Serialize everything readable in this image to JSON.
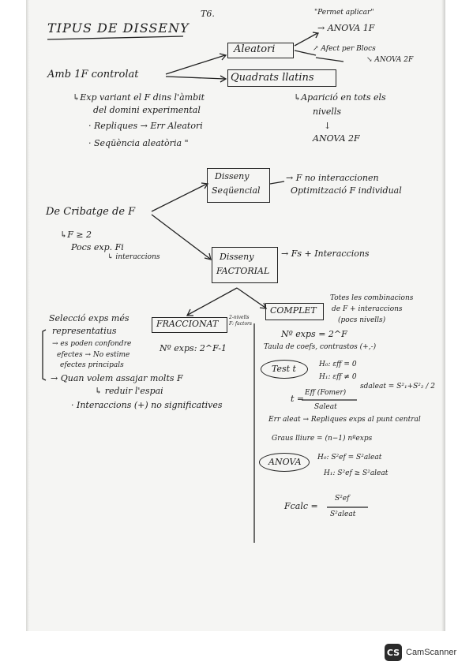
{
  "header": {
    "title": "TIPUS DE DISSENY",
    "theme": "T6."
  },
  "top": {
    "controlled": "Amb 1F controlat",
    "aleatori": "Aleatori",
    "quadrats": "Quadrats llatins",
    "permet_anova": "\"Permet aplicar\"",
    "anova_1f": "→ ANOVA 1F",
    "afecta_blocs": "↗ Afect per Blocs",
    "anova2f": "↘ ANOVA 2F",
    "exp_line1": "↳Exp variant el F dins l'àmbit",
    "exp_line2": "del domini experimental",
    "exp_line3": "· Repliques → Err Aleatori",
    "exp_line4": "· Seqüència aleatòria \"",
    "aparicio1": "↳Aparició en tots els",
    "aparicio2": "nivells",
    "aparicio3": "↓",
    "aparicio4": "ANOVA 2F"
  },
  "mid": {
    "cribatge": "De Cribatge de F",
    "f_ge_2": "↳F ≥ 2",
    "pocs_exp": "Pocs exp. Fi",
    "interaccions": "↳ interaccions",
    "sequencial_1": "Disseny",
    "sequencial_2": "Seqüencial",
    "seq_note1": "→ F no interaccionen",
    "seq_note2": "Optimització F individual",
    "factorial_1": "Disseny",
    "factorial_2": "FACTORIAL",
    "factorial_note": "→ Fs + Interaccions"
  },
  "left": {
    "fraccionat": "FRACCIONAT",
    "frac_note1": "2-nivells",
    "frac_note2": "F: factors",
    "n_exps_frac": "Nº exps: 2^F-1",
    "sel1": "Selecció exps més",
    "sel2": "representatius",
    "sel3": "→ es poden confondre",
    "sel4": "efectes → No estime",
    "sel5": "efectes principals",
    "sel6": "→ Quan volem assajar molts F",
    "sel7": "↳ reduir l'espai",
    "sel8": "· Interaccions (+) no significatives"
  },
  "right": {
    "complet": "COMPLET",
    "complet_note1": "Totes les combinacions",
    "complet_note2": "de F + interaccions",
    "complet_note3": "(pocs nivells)",
    "n_exps": "Nº exps = 2^F",
    "taula": "Taula de coefs, contrastos (+,-)",
    "test_t": "Test t",
    "h0": "H₀: εff = 0",
    "h1": "H₁: εff ≠ 0",
    "t_eq": "t =",
    "t_num": "Eff (Fomer)",
    "t_den": "Saleat",
    "s_aleat": "sdaleat = S²₁+S²₂ / 2",
    "err_aleat": "Err aleat → Repliques exps al punt central",
    "graus": "Graus lliure = (n−1) nºexps",
    "anova": "ANOVA",
    "anova_h0": "H₀: S²ef = S²aleat",
    "anova_h1": "H₁: S²ef ≥ S²aleat",
    "fcalc": "Fcalc =",
    "fcalc_num": "S²ef",
    "fcalc_den": "S²aleat"
  },
  "watermark": {
    "badge": "CS",
    "brand": "CamScanner"
  }
}
